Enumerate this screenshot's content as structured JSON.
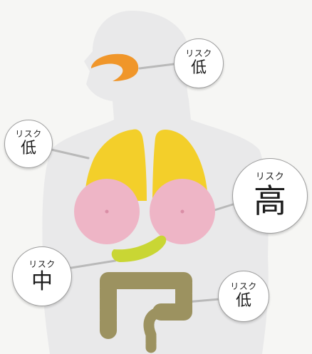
{
  "labels": [
    {
      "organ": "nose-throat",
      "risk_label": "リスク",
      "level": "低"
    },
    {
      "organ": "lungs",
      "risk_label": "リスク",
      "level": "低"
    },
    {
      "organ": "breasts",
      "risk_label": "リスク",
      "level": "高"
    },
    {
      "organ": "stomach",
      "risk_label": "リスク",
      "level": "中"
    },
    {
      "organ": "intestine",
      "risk_label": "リスク",
      "level": "低"
    }
  ],
  "colors": {
    "silhouette": "#e9e9ea",
    "nose": "#f0962a",
    "lungs": "#f3cf2a",
    "breasts": "#eeb5c6",
    "stomach": "#c9d634",
    "intestine": "#9c9260",
    "pointer": "#b9b9b9"
  }
}
